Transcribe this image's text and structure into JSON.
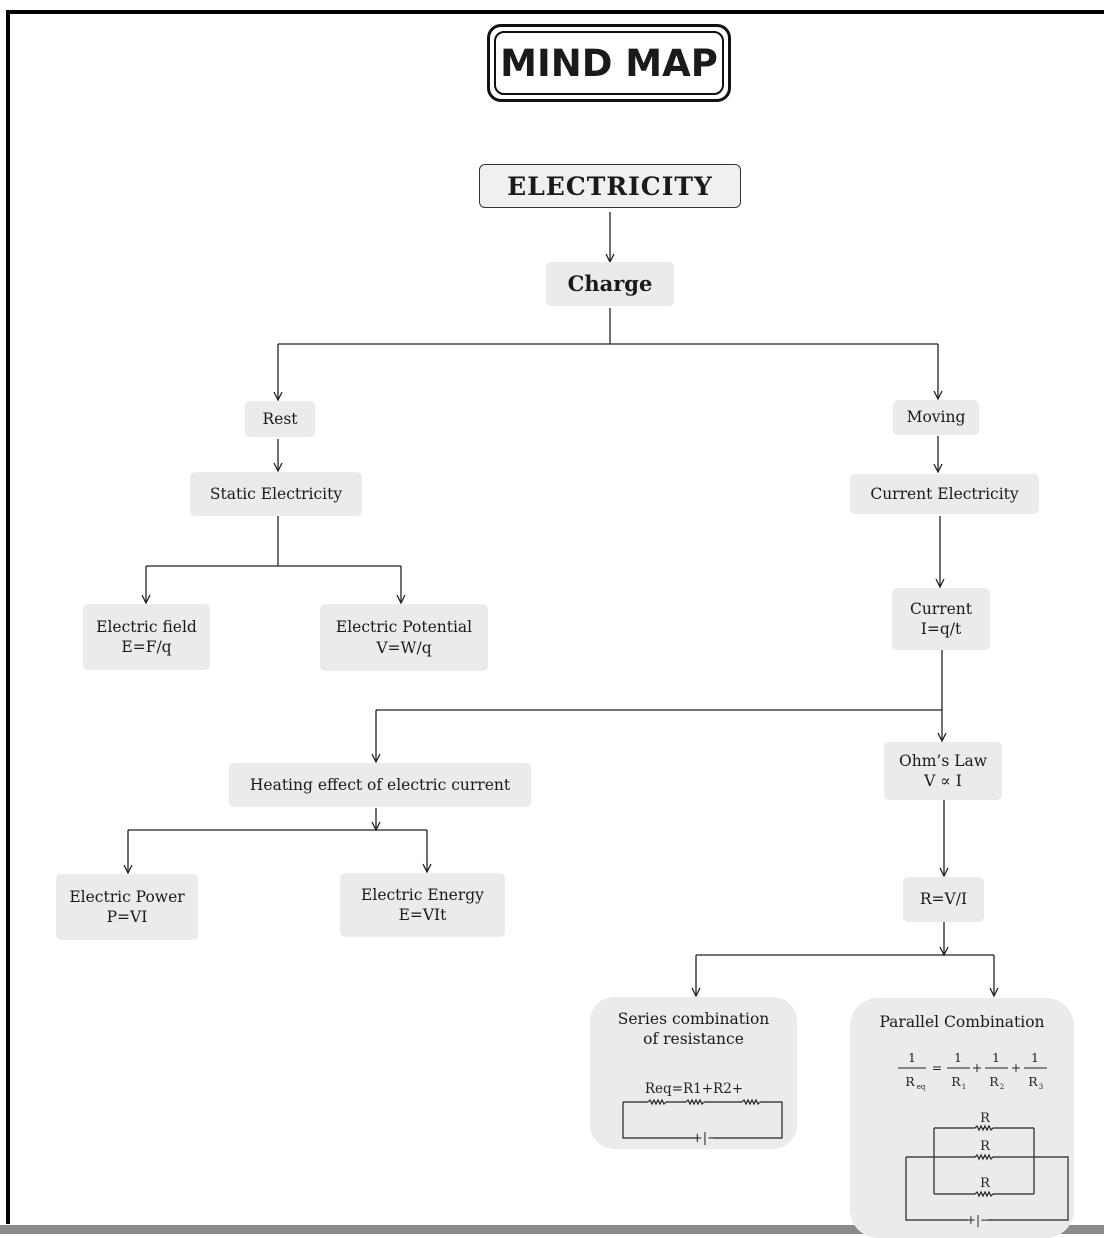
{
  "title": "MIND MAP",
  "root": "ELECTRICITY",
  "charge": "Charge",
  "left_branch": {
    "state": "Rest",
    "type": "Static Electricity",
    "field": {
      "label": "Electric field",
      "formula": "E=F/q"
    },
    "potential": {
      "label": "Electric Potential",
      "formula": "V=W/q"
    }
  },
  "right_branch": {
    "state": "Moving",
    "type": "Current Electricity",
    "current": {
      "label": "Current",
      "formula": "I=q/t"
    },
    "heating": {
      "label": "Heating effect of electric current",
      "power": {
        "label": "Electric Power",
        "formula": "P=VI"
      },
      "energy": {
        "label": "Electric  Energy",
        "formula": "E=VIt"
      }
    },
    "ohm": {
      "label": "Ohm’s Law",
      "formula": "V ∝ I"
    },
    "resistance": "R=V/I",
    "series": {
      "line1": "Series combination",
      "line2": "of resistance",
      "formula": "Req=R1+R2+",
      "battery": "+|−"
    },
    "parallel": {
      "label": "Parallel Combination",
      "formula": "1/Req = 1/R1 + 1/R2 + 1/R3",
      "resistor_label": "R",
      "battery": "+|−"
    }
  }
}
